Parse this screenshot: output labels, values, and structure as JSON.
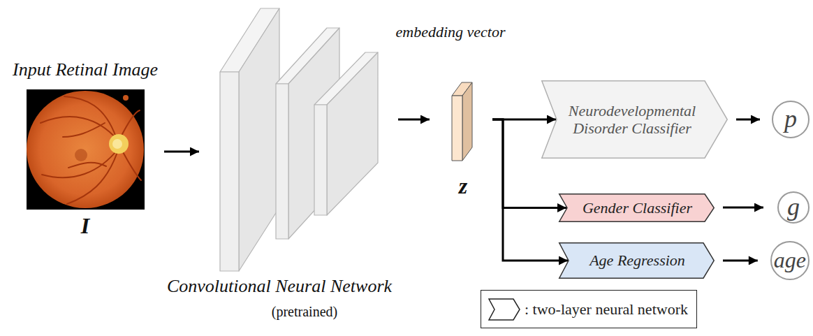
{
  "diagram": {
    "nodes": [
      {
        "text": [
          "Input Retinal Image",
          "I"
        ]
      },
      {
        "text": [
          "Convolutional Neural Network",
          "(pretrained)"
        ]
      },
      {
        "text": [
          "embedding vector",
          "z"
        ]
      },
      {
        "text": [
          "Neurodevelopmental Disorder Classifier"
        ]
      },
      {
        "text": [
          "p"
        ]
      },
      {
        "text": [
          "Gender Classifier"
        ]
      },
      {
        "text": [
          "g"
        ]
      },
      {
        "text": [
          "Age Regression"
        ]
      },
      {
        "text": [
          "age"
        ]
      }
    ],
    "edges": [
      {
        "from": 0,
        "to": 1,
        "arrow": "to"
      },
      {
        "from": 1,
        "to": 2,
        "arrow": "to"
      },
      {
        "from": 2,
        "to": 3,
        "arrow": "to"
      },
      {
        "from": 2,
        "to": 5,
        "arrow": "to"
      },
      {
        "from": 2,
        "to": 7,
        "arrow": "to"
      },
      {
        "from": 3,
        "to": 4,
        "arrow": "to"
      },
      {
        "from": 5,
        "to": 6,
        "arrow": "to"
      },
      {
        "from": 7,
        "to": 8,
        "arrow": "to"
      }
    ],
    "legend": [
      {
        "text": ": two-layer neural network"
      }
    ]
  }
}
